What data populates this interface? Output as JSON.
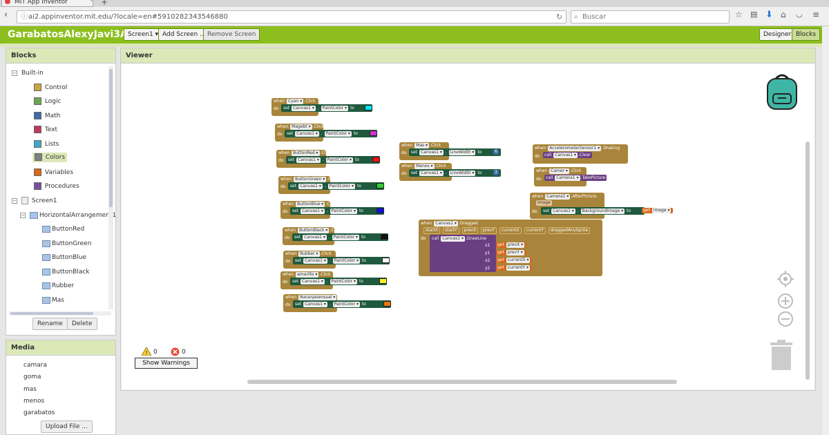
{
  "browser": {
    "tab_title": "MIT App Inventor",
    "url": "ai2.appinventor.mit.edu/?locale=en#5910282343546880",
    "search_placeholder": "Buscar"
  },
  "header": {
    "project_name": "GarabatosAlexyJavi3A",
    "screen_select": "Screen1 ▾",
    "add_screen": "Add Screen ...",
    "remove_screen": "Remove Screen",
    "designer": "Designer",
    "blocks": "Blocks"
  },
  "blocks_panel": {
    "title": "Blocks",
    "builtin": "Built-in",
    "builtin_items": [
      {
        "label": "Control",
        "color": "#c8a642"
      },
      {
        "label": "Logic",
        "color": "#6aa84f"
      },
      {
        "label": "Math",
        "color": "#3e6aa8"
      },
      {
        "label": "Text",
        "color": "#c0395a"
      },
      {
        "label": "Lists",
        "color": "#3ea8c8"
      },
      {
        "label": "Colors",
        "color": "#808080"
      },
      {
        "label": "Variables",
        "color": "#d7671c"
      },
      {
        "label": "Procedures",
        "color": "#7b4ea2"
      }
    ],
    "screen": "Screen1",
    "arrangement": "HorizontalArrangement1",
    "components": [
      "ButtonRed",
      "ButtonGreen",
      "ButtonBlue",
      "ButtonBlack",
      "Rubber",
      "Mas"
    ],
    "rename": "Rename",
    "delete": "Delete"
  },
  "media_panel": {
    "title": "Media",
    "items": [
      "camara",
      "goma",
      "mas",
      "menos",
      "garabatos"
    ],
    "upload": "Upload File ..."
  },
  "viewer": {
    "title": "Viewer",
    "warnings_count": "0",
    "errors_count": "0",
    "show_warnings": "Show Warnings"
  },
  "code_blocks": {
    "when": "when",
    "do": "do",
    "set": "set",
    "call": "call",
    "get": "get",
    "to": "to",
    "click": ".Click",
    "canvas": "Canvas1 ▾",
    "paint_color": "PaintColor ▾",
    "line_width": "LineWidth ▾",
    "color_buttons": [
      {
        "button": "Cyan ▾",
        "color": "#00e5ee"
      },
      {
        "button": "Magebt ▾",
        "color": "#cc33cc"
      },
      {
        "button": "ButtonRed ▾",
        "color": "#ee1111"
      },
      {
        "button": "ButtonGreen ▾",
        "color": "#33cc33"
      },
      {
        "button": "ButtonBlue ▾",
        "color": "#1111dd"
      },
      {
        "button": "ButtonBlack ▾",
        "color": "#111111"
      },
      {
        "button": "Rubber ▾",
        "color": "#ffffff"
      },
      {
        "button": "amarillo ▾",
        "color": "#ffee22"
      },
      {
        "button": "Naranjasensual ▾",
        "color": "#ee7711"
      }
    ],
    "width_buttons": [
      {
        "button": "Mas ▾",
        "value": "6"
      },
      {
        "button": "Menos ▾",
        "value": "3"
      }
    ],
    "accel": "AccelerometerSensor1 ▾",
    "shaking": ".Shaking",
    "clear": ".Clear",
    "camer": "Camer ▾",
    "camera1": "Camera1 ▾",
    "take_picture": ".TakePicture",
    "after_picture": ".AfterPicture",
    "image_param": "image",
    "background_image": "BackgroundImage ▾",
    "get_image": "image ▾",
    "dragged": ".Dragged",
    "dragged_params": [
      "startX",
      "startY",
      "prevX",
      "prevY",
      "currentX",
      "currentY",
      "draggedAnySprite"
    ],
    "draw_line": ".DrawLine",
    "draw_args": [
      {
        "name": "x1",
        "value": "prevX ▾"
      },
      {
        "name": "y1",
        "value": "prevY ▾"
      },
      {
        "name": "x2",
        "value": "currentX ▾"
      },
      {
        "name": "y2",
        "value": "currentY ▾"
      }
    ]
  }
}
